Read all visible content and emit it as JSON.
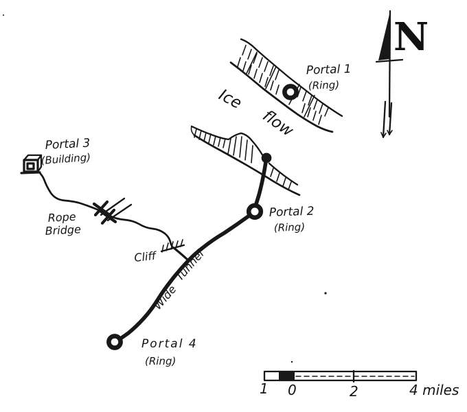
{
  "page": {
    "background": "#ffffff",
    "ink_color": "#181818",
    "description": "hand-drawn expedition map"
  },
  "compass": {
    "label": "N",
    "icon": "north-arrow-icon"
  },
  "ice_flow": {
    "word1": "Ice",
    "word2": "flow"
  },
  "portals": [
    {
      "name": "Portal 1",
      "type": "(Ring)",
      "marker": "ring"
    },
    {
      "name": "Portal 2",
      "type": "(Ring)",
      "marker": "ring"
    },
    {
      "name": "Portal 3",
      "type": "(Building)",
      "marker": "building"
    },
    {
      "name": "Portal 4",
      "type": "(Ring)",
      "marker": "ring"
    }
  ],
  "features": {
    "rope_bridge": {
      "line1": "Rope",
      "line2": "Bridge",
      "icon": "rope-bridge-icon"
    },
    "cliff": {
      "label": "Cliff",
      "icon": "cliff-hatch-icon"
    },
    "tunnel": {
      "word1": "Wide",
      "word2": "Tunnel"
    }
  },
  "scale_bar": {
    "labels": [
      "1",
      "0",
      "2",
      "4 miles"
    ]
  }
}
